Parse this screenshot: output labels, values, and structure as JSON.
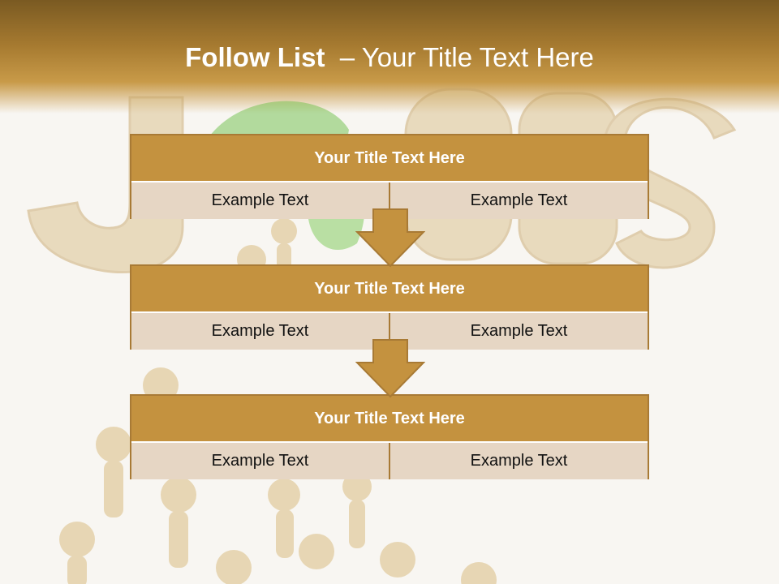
{
  "slide": {
    "title_bold": "Follow List",
    "title_rest": "  – Your Title Text Here"
  },
  "blocks": [
    {
      "title": "Your Title Text Here",
      "cells": [
        "Example Text",
        "Example Text"
      ]
    },
    {
      "title": "Your Title Text Here",
      "cells": [
        "Example Text",
        "Example Text"
      ]
    },
    {
      "title": "Your Title Text Here",
      "cells": [
        "Example Text",
        "Example Text"
      ]
    }
  ],
  "background": {
    "word_icon": "jobs-3d-gold-letters",
    "figures_icon": "gold-people-figures",
    "leaf_icon": "green-leaf"
  },
  "colors": {
    "accent": "#c4923f",
    "header_dark": "#7a5a22",
    "cell_fill": "#e6d6c4",
    "border": "#a87a35"
  }
}
